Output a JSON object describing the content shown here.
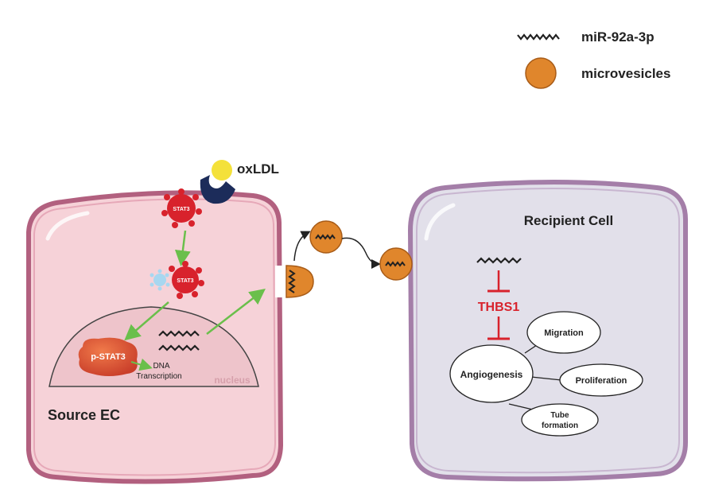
{
  "legend": {
    "mirna_label": "miR-92a-3p",
    "vesicle_label": "microvesicles"
  },
  "source_cell": {
    "label": "Source EC",
    "ligand_label": "oxLDL",
    "receptor_protein_label": "STAT3",
    "phospho_protein_small_label": "STAT3",
    "nucleus_label": "nucleus",
    "phospho_stat3_label": "p-STAT3",
    "transcription_line1": "DNA",
    "transcription_line2": "Transcription"
  },
  "recipient_cell": {
    "label": "Recipient Cell",
    "target_gene": "THBS1",
    "central_process": "Angiogenesis",
    "processes": {
      "migration": "Migration",
      "proliferation": "Proliferation",
      "tube_line1": "Tube",
      "tube_line2": "formation"
    }
  },
  "colors": {
    "source_cell_fill": "#f6d2d8",
    "source_cell_border": "#b2607f",
    "recipient_cell_fill": "#e2e0ea",
    "recipient_cell_border": "#a47ea8",
    "vesicle": "#e0862c",
    "stat3_red": "#d8222c",
    "activation_arrow": "#6abf4b",
    "inhibition": "#d8222c",
    "oxldl_yellow": "#f4e13a",
    "receptor_navy": "#1c2c5a"
  }
}
